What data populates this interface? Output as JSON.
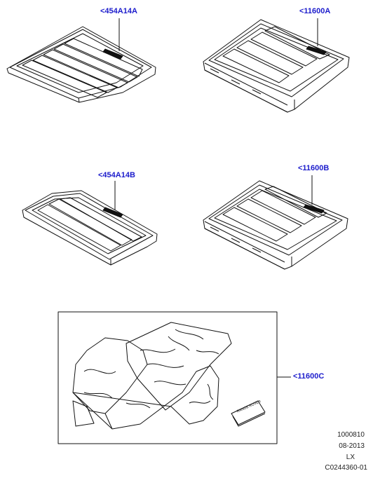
{
  "callouts": {
    "part_a": "<454A14A",
    "part_b": "<11600A",
    "part_c": "<454A14B",
    "part_d": "<11600B",
    "part_e": "<11600C"
  },
  "badge_text": "RANGE ROVER",
  "footer": {
    "line1": "1000810",
    "line2": "08-2013",
    "line3": "LX",
    "line4": "C0244360-01"
  },
  "colors": {
    "callout": "#1c1ccc",
    "line": "#111111"
  }
}
